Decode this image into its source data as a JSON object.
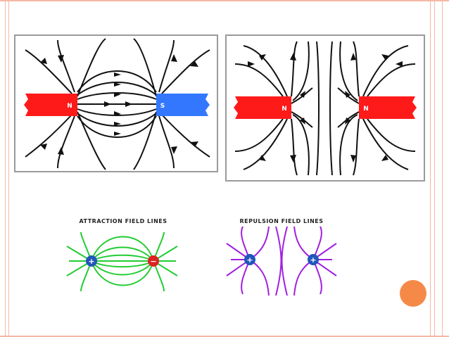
{
  "diagrams": {
    "magnet_attraction": {
      "left_magnet_pole": "N",
      "right_magnet_pole": "S",
      "left_color": "#ff1a1a",
      "right_color": "#3377ff"
    },
    "magnet_repulsion": {
      "left_magnet_pole": "N",
      "right_magnet_pole": "N",
      "left_color": "#ff1a1a",
      "right_color": "#ff1a1a"
    },
    "charge_attraction": {
      "title": "ATTRACTION FIELD LINES",
      "left_sign": "+",
      "right_sign": "−",
      "line_color": "#22cc33",
      "left_charge_color": "#2255bb",
      "right_charge_color": "#dd2222"
    },
    "charge_repulsion": {
      "title": "REPULSION FIELD LINES",
      "left_sign": "+",
      "right_sign": "+",
      "line_color": "#a020e0",
      "left_charge_color": "#2255bb",
      "right_charge_color": "#2255bb"
    }
  },
  "decoration": {
    "accent_color": "#f58a48",
    "border_color": "#f4b9a4"
  }
}
